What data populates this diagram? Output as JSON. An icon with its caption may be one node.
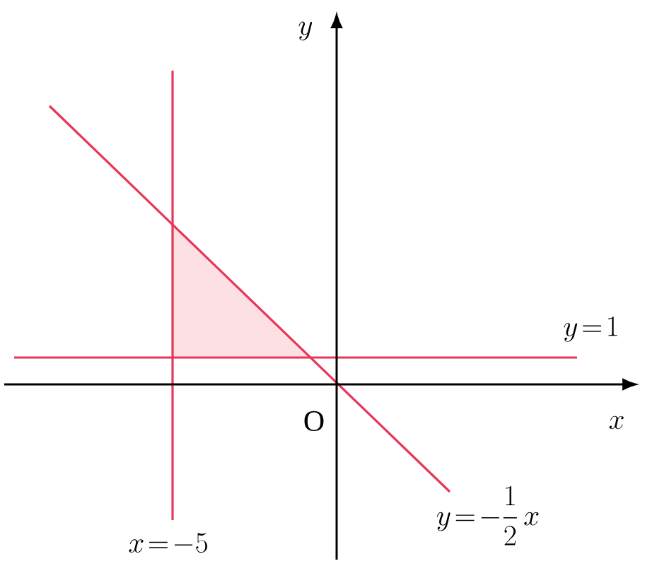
{
  "diagram": {
    "labels": [
      "y",
      "x",
      "O",
      "y\\!=\\!1",
      "x\\!=\\!-5",
      "y\\!=\\!-\\dfrac{1}{2}\\,x"
    ]
  }
}
